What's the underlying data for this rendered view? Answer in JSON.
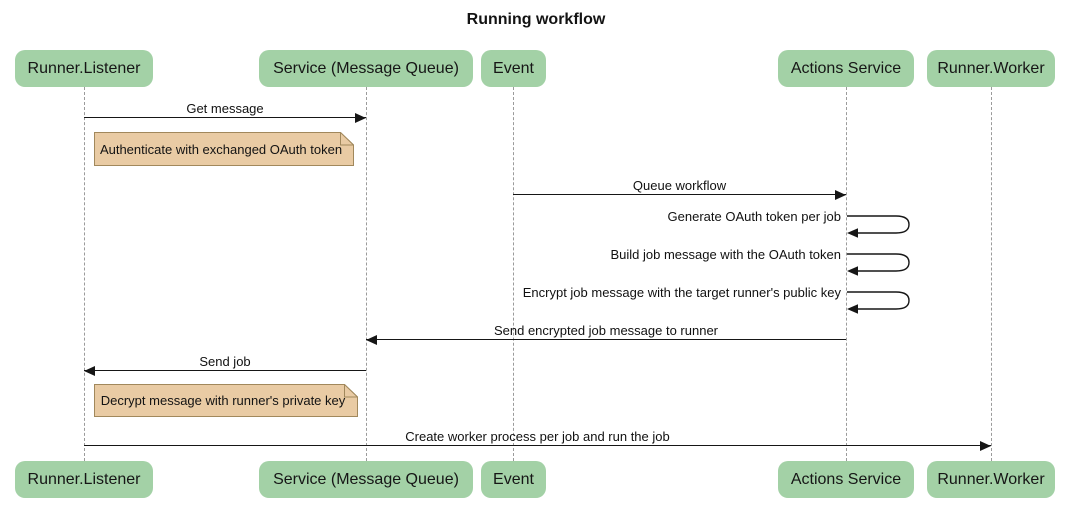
{
  "title": "Running workflow",
  "diagram_type": "sequence",
  "actors": [
    {
      "id": "runner-listener",
      "name": "Runner.Listener"
    },
    {
      "id": "service-mq",
      "name": "Service (Message Queue)"
    },
    {
      "id": "event",
      "name": "Event"
    },
    {
      "id": "actions-service",
      "name": "Actions Service"
    },
    {
      "id": "runner-worker",
      "name": "Runner.Worker"
    }
  ],
  "messages": [
    {
      "label": "Get message",
      "from": "Runner.Listener",
      "to": "Service (Message Queue)",
      "direction": "right"
    },
    {
      "label": "Queue workflow",
      "from": "Event",
      "to": "Actions Service",
      "direction": "right"
    },
    {
      "label": "Generate OAuth token per job",
      "from": "Actions Service",
      "to": "Actions Service",
      "direction": "self"
    },
    {
      "label": "Build job message with the OAuth token",
      "from": "Actions Service",
      "to": "Actions Service",
      "direction": "self"
    },
    {
      "label": "Encrypt job message with the target runner's public key",
      "from": "Actions Service",
      "to": "Actions Service",
      "direction": "self"
    },
    {
      "label": "Send encrypted job message to runner",
      "from": "Actions Service",
      "to": "Service (Message Queue)",
      "direction": "left"
    },
    {
      "label": "Send job",
      "from": "Service (Message Queue)",
      "to": "Runner.Listener",
      "direction": "left"
    },
    {
      "label": "Create worker process per job and run the job",
      "from": "Runner.Listener",
      "to": "Runner.Worker",
      "direction": "right"
    }
  ],
  "notes": [
    {
      "label": "Authenticate with exchanged OAuth token",
      "position": "right of Runner.Listener"
    },
    {
      "label": "Decrypt message with runner's private key",
      "position": "right of Runner.Listener"
    }
  ],
  "colors": {
    "background": "#ffffff",
    "actor_fill": "#a3d1a6",
    "actor_text": "#161616",
    "note_fill": "#e9cba4",
    "note_border": "#a1885c",
    "message_line": "#161616",
    "lifeline": "#9b9b9b"
  }
}
